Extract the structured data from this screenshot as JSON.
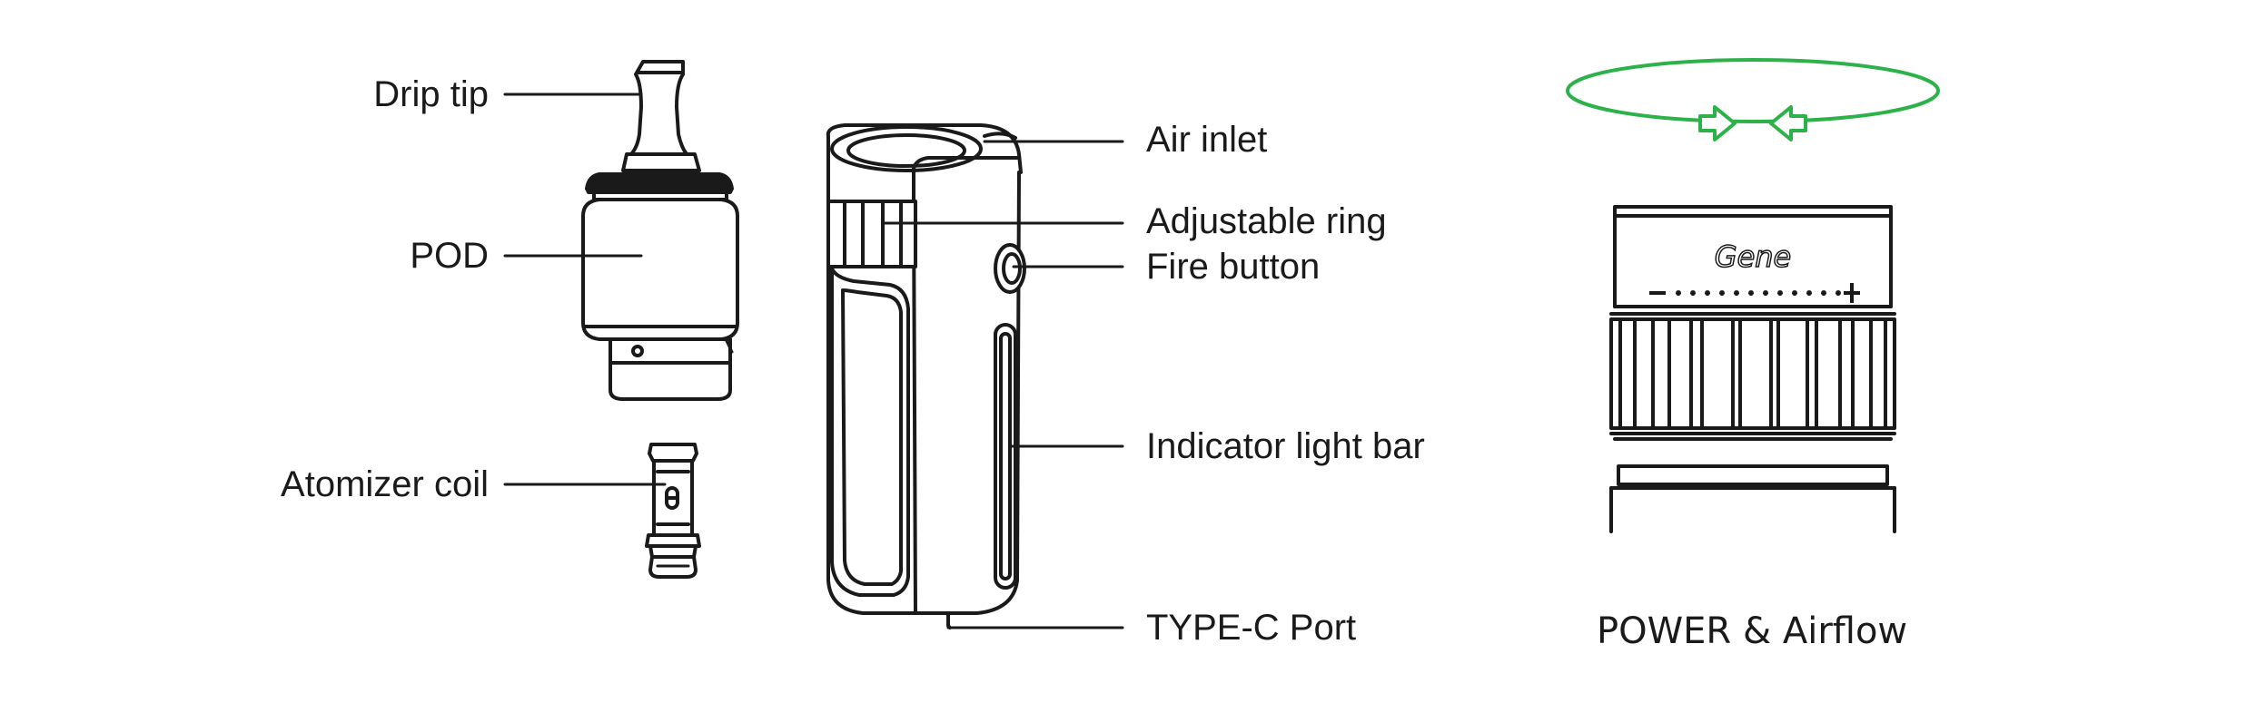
{
  "labels": {
    "drip_tip": "Drip tip",
    "pod": "POD",
    "atomizer_coil": "Atomizer coil",
    "air_inlet": "Air inlet",
    "adjustable_ring": "Adjustable ring",
    "fire_button": "Fire button",
    "indicator_light_bar": "Indicator light bar",
    "type_c_port": "TYPE-C Port"
  },
  "detail": {
    "caption": "POWER & Airflow",
    "logo_text": "Gene",
    "scale_minus": "−",
    "scale_plus": "+",
    "scale_dot_count": 12
  },
  "colors": {
    "line": "#1a1a1a",
    "arrow_green": "#2db24a"
  },
  "icons": {
    "rotation": "rotation-ellipse-icon",
    "arrow_right": "arrow-right-icon",
    "arrow_left": "arrow-left-icon"
  }
}
